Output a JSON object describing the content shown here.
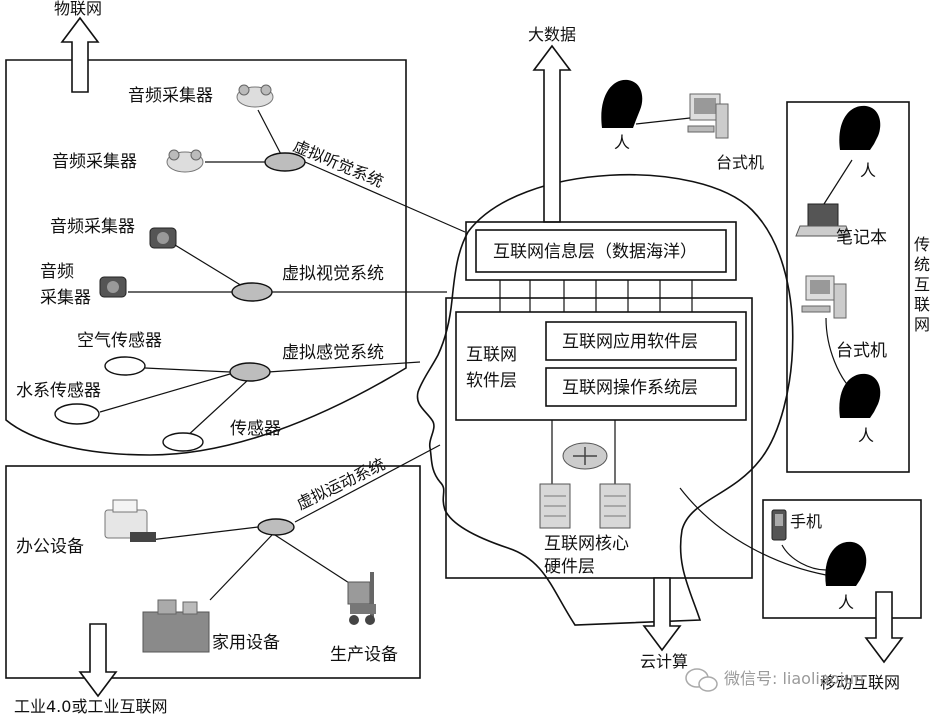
{
  "labels": {
    "iot": "物联网",
    "big_data": "大数据",
    "audio_1": "音频采集器",
    "audio_2": "音频采集器",
    "audio_3": "音频采集器",
    "audio_4a": "音频",
    "audio_4b": "采集器",
    "virtual_hearing": "虚拟听觉系统",
    "virtual_vision": "虚拟视觉系统",
    "virtual_sense": "虚拟感觉系统",
    "virtual_motion": "虚拟运动系统",
    "air_sensor": "空气传感器",
    "water_sensor": "水系传感器",
    "sensor": "传感器",
    "office_equipment": "办公设备",
    "home_equipment": "家用设备",
    "production_equipment": "生产设备",
    "industry40": "工业4.0或工业互联网",
    "person_top": "人",
    "desktop_top": "台式机",
    "info_layer": "互联网信息层（数据海洋）",
    "software_layer_a": "互联网",
    "software_layer_b": "软件层",
    "app_layer": "互联网应用软件层",
    "os_layer": "互联网操作系统层",
    "core_hw_a": "互联网核心",
    "core_hw_b": "硬件层",
    "cloud": "云计算",
    "trad_a": "传",
    "trad_b": "统",
    "trad_c": "互",
    "trad_d": "联",
    "trad_e": "网",
    "person_r1": "人",
    "laptop": "笔记本",
    "desktop_r": "台式机",
    "person_r2": "人",
    "phone": "手机",
    "person_mobile": "人",
    "mobile_internet": "移动互联网",
    "watermark": "微信号: liaoliaojun"
  },
  "icons": [
    "person-silhouette-icon",
    "desktop-computer-icon",
    "laptop-icon",
    "phone-icon",
    "server-icon",
    "router-icon",
    "microphone-icon",
    "camera-icon",
    "printer-icon",
    "forklift-icon",
    "appliance-icon"
  ]
}
